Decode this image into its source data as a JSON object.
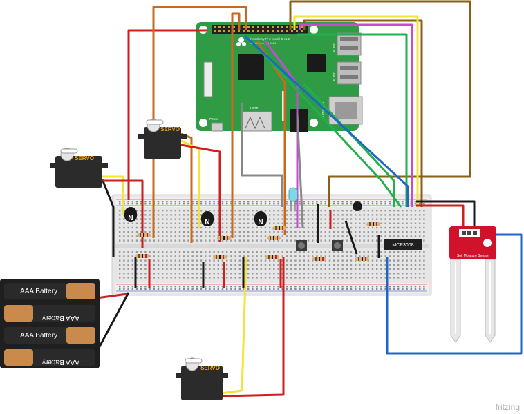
{
  "board": {
    "brand": "Raspberry Pi 2 Model B v1.2",
    "copyright": "© Raspberry Pi 2014",
    "hdmi": "HDMI",
    "power": "Power",
    "ethernet": "ETHERNET",
    "usb1": "USB 2x",
    "usb2": "USB 2x"
  },
  "servos": [
    {
      "label": "SERVO"
    },
    {
      "label": "SERVO"
    },
    {
      "label": "SERVO"
    }
  ],
  "transistors": [
    {
      "label": "N"
    },
    {
      "label": "N"
    },
    {
      "label": "N"
    }
  ],
  "adc": {
    "label": "MCP3008"
  },
  "sensor": {
    "label": "Soil Moisture Sensor"
  },
  "batteries": [
    {
      "label": "AAA Battery",
      "orientation": "normal"
    },
    {
      "label": "AAA Battery",
      "orientation": "flipped"
    },
    {
      "label": "AAA Battery",
      "orientation": "normal"
    },
    {
      "label": "AAA Battery",
      "orientation": "flipped"
    }
  ],
  "watermark": "fritzing",
  "colors": {
    "pcb": "#2f9b45",
    "breadboard": "#e8e8e8",
    "servo_body": "#2b2b2b",
    "servo_label": "#e8a317",
    "sensor": "#d0122b",
    "battery_copper": "#c98a4b",
    "wire_red": "#cc1f1f",
    "wire_black": "#1a1a1a",
    "wire_orange": "#c8691e",
    "wire_yellow": "#f2e43a",
    "wire_brown": "#8b6016",
    "wire_green": "#22b04a",
    "wire_blue": "#1e66c7",
    "wire_purple": "#c84ad0",
    "wire_gray": "#888888"
  }
}
